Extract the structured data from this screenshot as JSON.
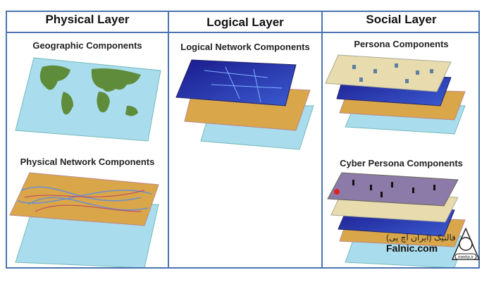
{
  "columns": [
    {
      "title": "Physical Layer",
      "components": [
        "Geographic Components",
        "Physical Network Components"
      ]
    },
    {
      "title": "Logical Layer",
      "components": [
        "Logical Network Components"
      ]
    },
    {
      "title": "Social Layer",
      "components": [
        "Persona Components",
        "Cyber Persona Components"
      ]
    }
  ],
  "watermark": {
    "persian": "فالنیک (ایران اچ پی)",
    "site": "Falnic.com",
    "badge": "iranhp.ir"
  },
  "colors": {
    "border": "#4a74b0",
    "map": "#9fd3e6",
    "land": "#5f8c3a",
    "orange": "#d9a64a",
    "blue": "#2a2a9c",
    "beige": "#e8dcae",
    "purple": "#8c7aa8"
  }
}
